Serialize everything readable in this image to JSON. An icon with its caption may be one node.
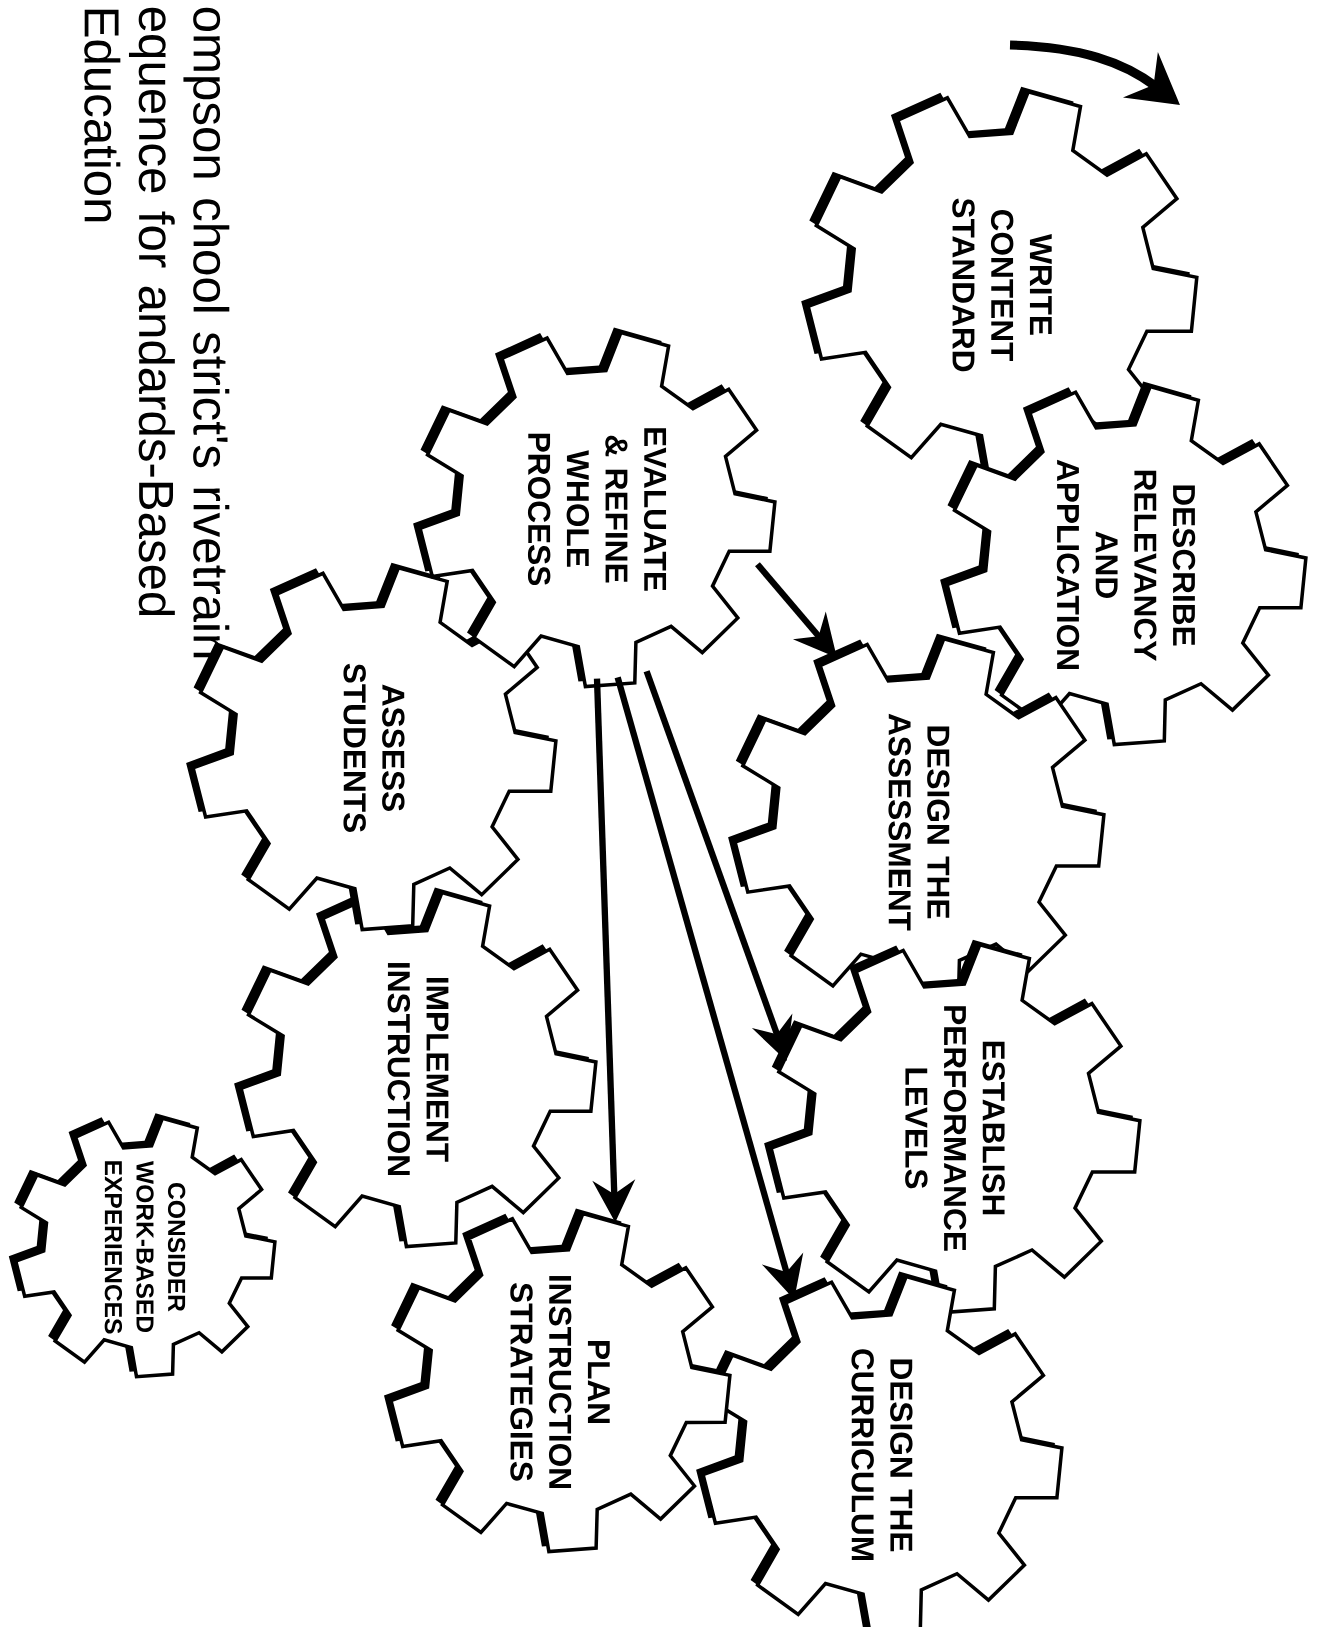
{
  "diagram": {
    "title": "ompson chool strict's rivetrain equence for andards-Based Education",
    "nodes": [
      {
        "text": [
          "WRITE CONTENT STANDARD"
        ]
      },
      {
        "text": [
          "DESCRIBE RELEVANCY AND APPLICATION"
        ]
      },
      {
        "text": [
          "DESIGN THE ASSESSMENT"
        ]
      },
      {
        "text": [
          "ESTABLISH PERFORMANCE LEVELS"
        ]
      },
      {
        "text": [
          "DESIGN THE CURRICULUM"
        ]
      },
      {
        "text": [
          "PLAN INSTRUCTION STRATEGIES"
        ]
      },
      {
        "text": [
          "IMPLEMENT INSTRUCTION"
        ]
      },
      {
        "text": [
          "ASSESS STUDENTS"
        ]
      },
      {
        "text": [
          "EVALUATE & REFINE WHOLE PROCESS"
        ]
      },
      {
        "text": [
          "CONSIDER WORK-BASED EXPERIENCES"
        ]
      }
    ],
    "edges": [
      {
        "from": 8,
        "to": 2,
        "arrow": "to"
      },
      {
        "from": 8,
        "to": 3,
        "arrow": "to"
      },
      {
        "from": 8,
        "to": 4,
        "arrow": "to"
      },
      {
        "from": 8,
        "to": 5,
        "arrow": "to"
      }
    ]
  }
}
